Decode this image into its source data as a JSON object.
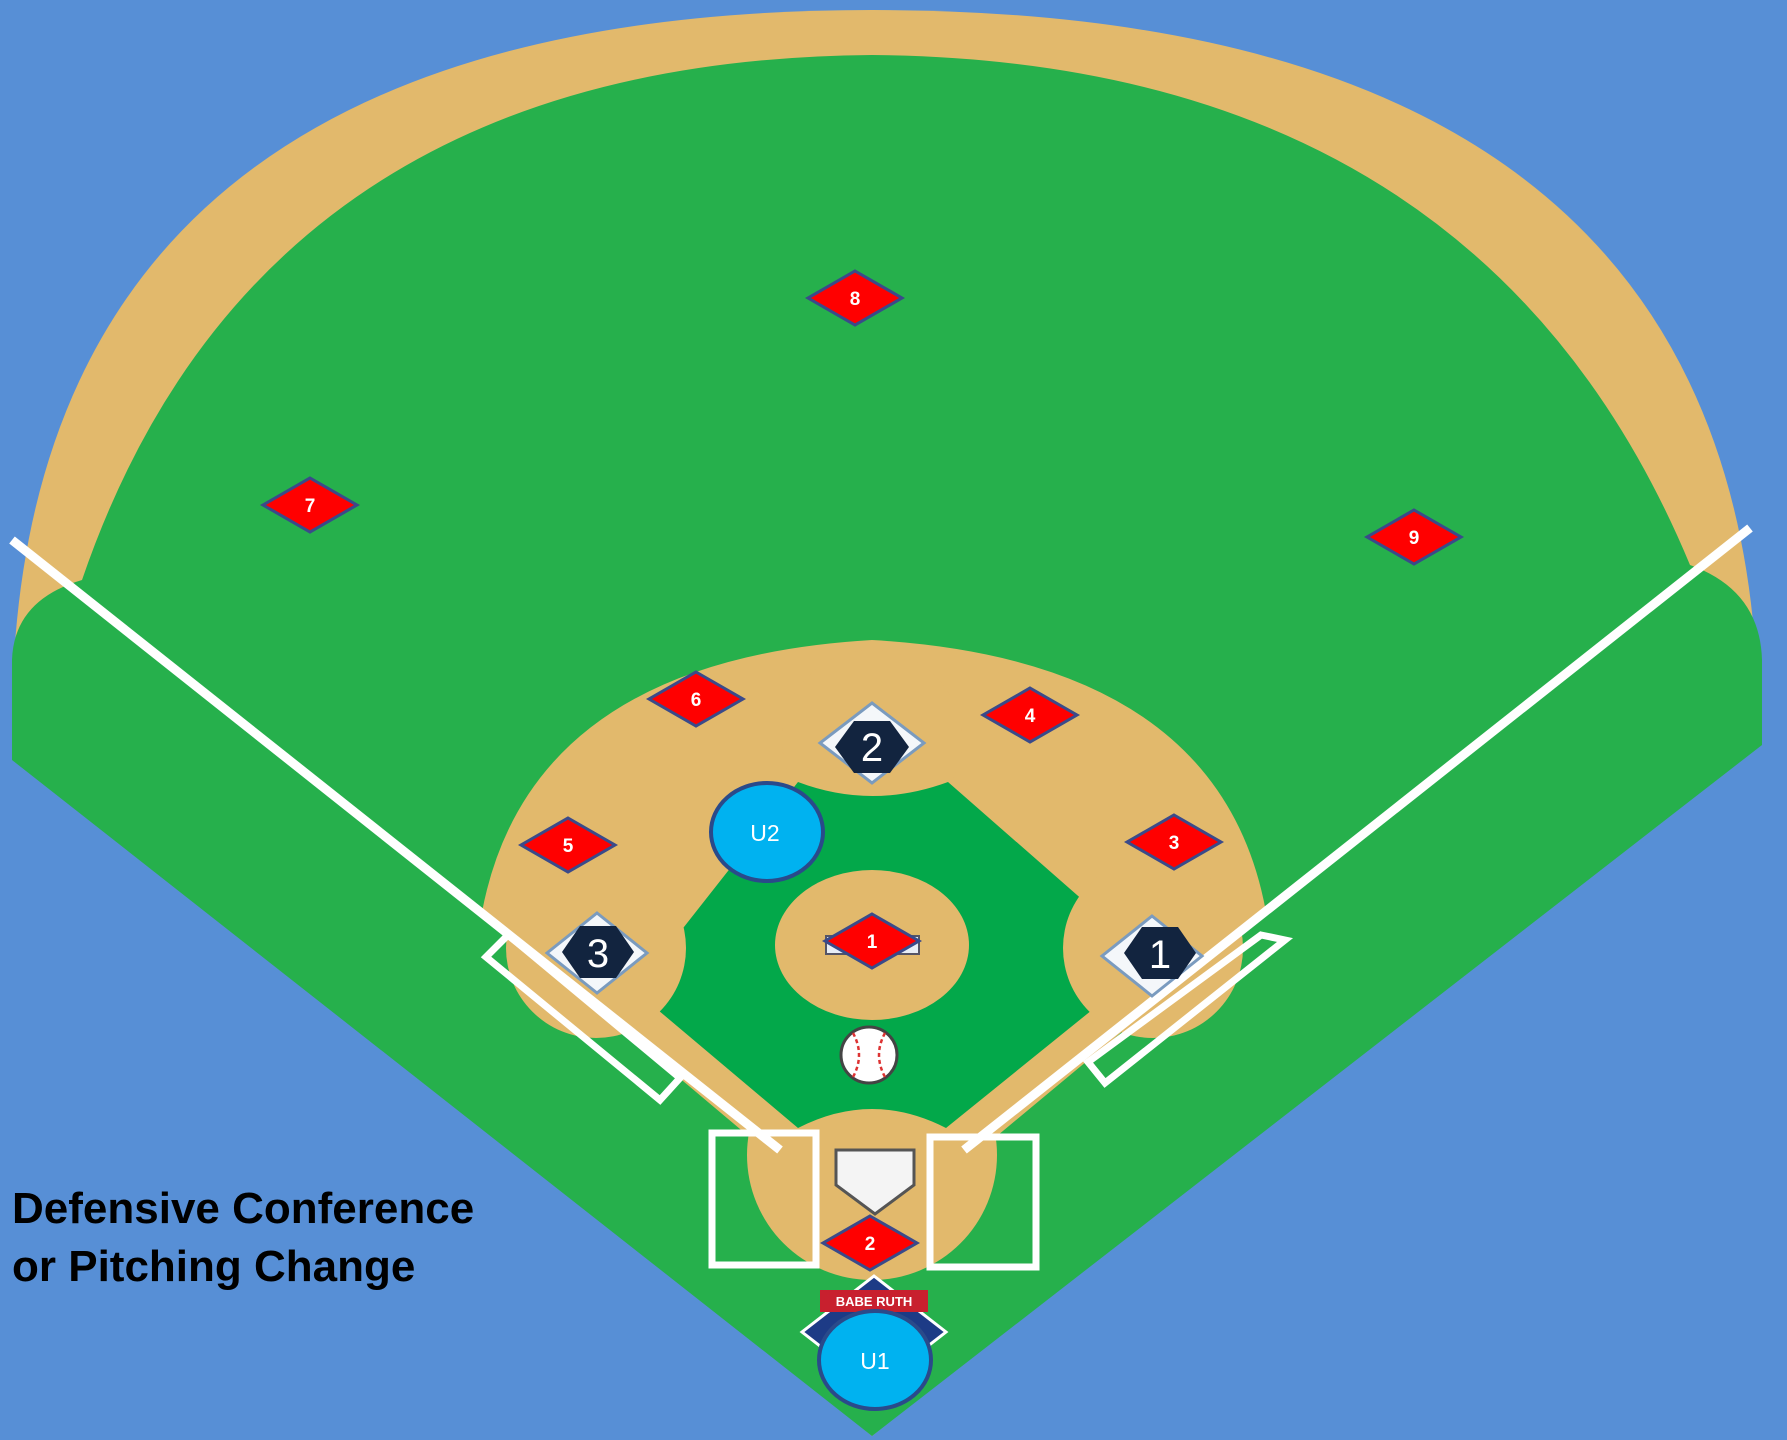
{
  "caption": {
    "line1": "Defensive Conference",
    "line2": "or Pitching Change"
  },
  "colors": {
    "background": "#578fd6",
    "grass": "#26b04c",
    "infield_grass": "#03a84a",
    "dirt": "#e2b96c",
    "fielder_marker": "#ff0000",
    "umpire": "#00b2f0",
    "runner_badge": "#12243f"
  },
  "fielders": [
    {
      "id": "8",
      "label": "8"
    },
    {
      "id": "7",
      "label": "7"
    },
    {
      "id": "9",
      "label": "9"
    },
    {
      "id": "6",
      "label": "6"
    },
    {
      "id": "4",
      "label": "4"
    },
    {
      "id": "5",
      "label": "5"
    },
    {
      "id": "3",
      "label": "3"
    },
    {
      "id": "1",
      "label": "1"
    },
    {
      "id": "2",
      "label": "2"
    }
  ],
  "bases": [
    {
      "id": "second",
      "label": "2"
    },
    {
      "id": "third",
      "label": "3"
    },
    {
      "id": "first",
      "label": "1"
    }
  ],
  "umpires": [
    {
      "id": "U2",
      "label": "U2"
    },
    {
      "id": "U1",
      "label": "U1"
    }
  ],
  "logo": {
    "text": "BABE RUTH"
  },
  "icons": [
    "baseball-icon",
    "home-plate-icon"
  ]
}
